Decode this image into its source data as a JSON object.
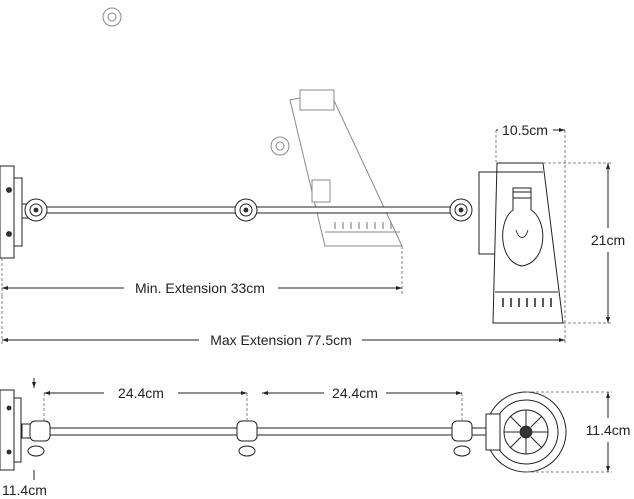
{
  "dimensions": {
    "shade_width": "10.5cm",
    "shade_height": "21cm",
    "min_extension": "Min. Extension 33cm",
    "max_extension": "Max Extension 77.5cm",
    "arm_segment_1": "24.4cm",
    "arm_segment_2": "24.4cm",
    "shade_depth": "11.4cm",
    "backplate_depth": "11.4cm"
  },
  "colors": {
    "line": "#222222",
    "ghost": "#8a8a8a",
    "background": "#ffffff"
  }
}
